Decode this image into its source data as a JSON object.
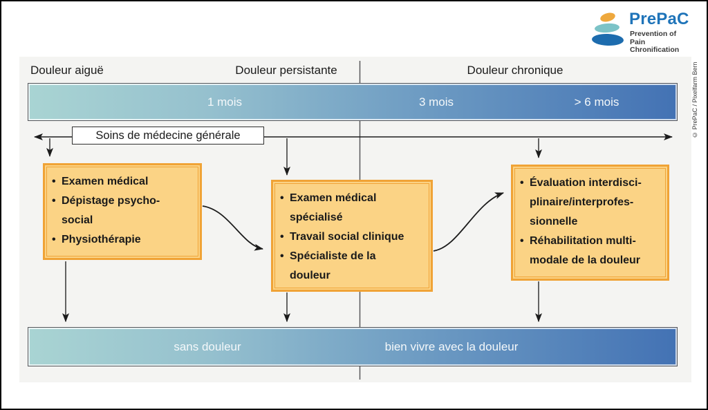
{
  "logo": {
    "brand": "PrePaC",
    "tagline": [
      "Prevention of",
      "Pain Chronification"
    ],
    "colors": {
      "brand_blue": "#1f74b9",
      "stone_orange": "#eea83d",
      "stone_teal": "#7cc3c7",
      "stone_blue": "#1d6cae"
    }
  },
  "credit": "© PrePaC / Pixelfarm Bern",
  "phases": [
    "Douleur aiguë",
    "Douleur persistante",
    "Douleur chronique"
  ],
  "timeline_bar": {
    "milestones": [
      "1 mois",
      "3 mois",
      "> 6 mois"
    ],
    "gradient": [
      "#a9d4d3",
      "#4372b4"
    ]
  },
  "care_band": {
    "label": "Soins de médecine générale"
  },
  "boxes": [
    {
      "items": [
        "Examen médical",
        "Dépistage psycho-\nsocial",
        "Physiothérapie"
      ]
    },
    {
      "items": [
        "Examen médical\nspécialisé",
        "Travail social clinique",
        "Spécialiste de la\ndouleur"
      ]
    },
    {
      "items": [
        "Évaluation interdisci-\nplinaire/interprofes-\nsionnelle",
        "Réhabilitation multi-\nmodale de la douleur"
      ]
    }
  ],
  "outcome_bar": {
    "labels": [
      "sans douleur",
      "bien vivre avec la douleur"
    ]
  },
  "colors": {
    "panel_bg": "#f4f4f2",
    "box_fill": "#fbd385",
    "box_border": "#f0a336"
  }
}
